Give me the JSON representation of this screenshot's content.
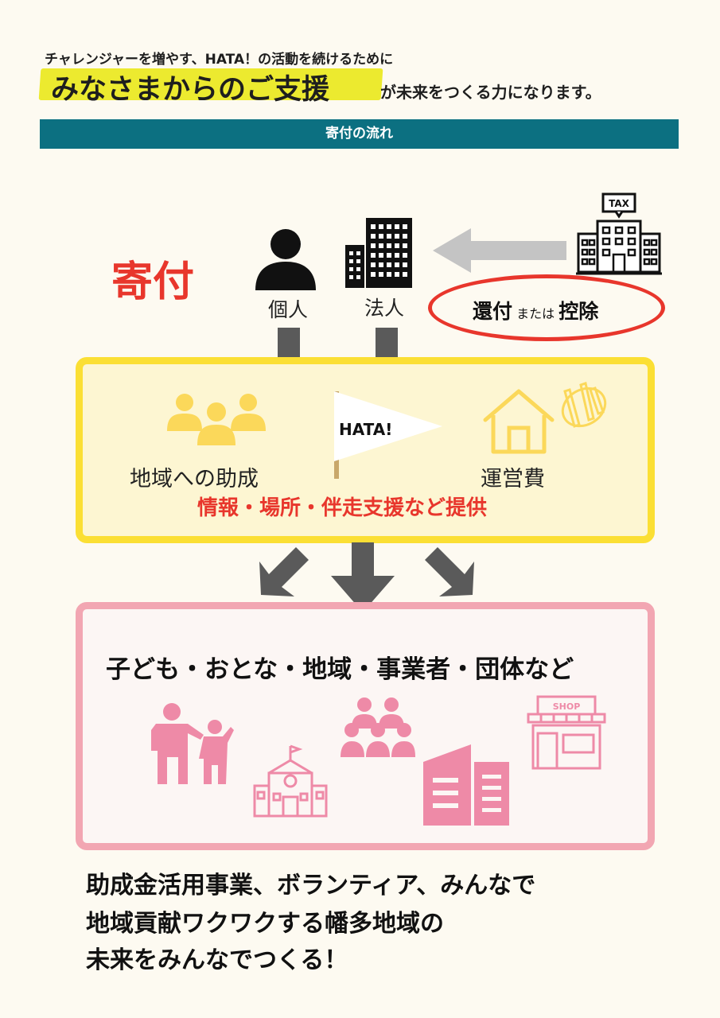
{
  "header": {
    "intro": "チャレンジャーを増やす、HATA！の活動を続けるために",
    "headline_emphasis": "みなさまからのご支援",
    "headline_rest": "が未来をつくる力になります。"
  },
  "section_title": "寄付の流れ",
  "donation": {
    "label": "寄付",
    "individual": "個人",
    "corporation": "法人",
    "refund": "還付",
    "or": "または",
    "deduction": "控除",
    "tax_sign": "TAX"
  },
  "hata": {
    "flag_text": "HATA!",
    "grants": "地域への助成",
    "operating_costs": "運営費",
    "support_line": "情報・場所・伴走支援など提供"
  },
  "beneficiaries": {
    "label": "子ども・おとな・地域・事業者・団体など",
    "shop_sign": "SHOP"
  },
  "closing": [
    "助成金活用事業、ボランティア、みんなで",
    "地域貢献ワクワクする幡多地域の",
    "未来をみんなでつくる！"
  ],
  "colors": {
    "section_bar": "#0c7081",
    "accent_red": "#e8362c",
    "highlight_yellow": "#ecea2f",
    "hata_border": "#fbdf34",
    "hata_bg": "#fdf6d2",
    "people_icon_yellow": "#fbd85a",
    "pink": "#f2a6b2",
    "pink_icon": "#ee8aa7",
    "arrow_gray": "#5a5a5a",
    "arrow_light_gray": "#c4c4c4"
  }
}
